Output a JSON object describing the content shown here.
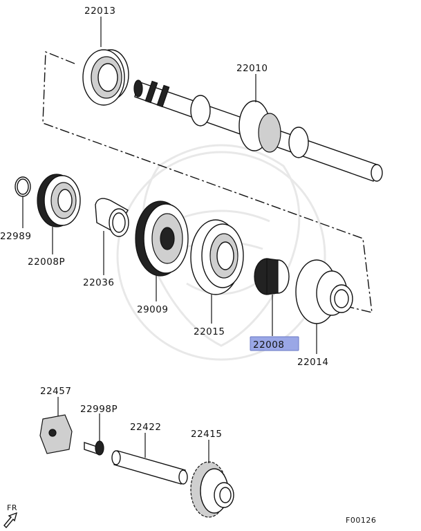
{
  "diagram": {
    "highlight_color": "#9aa7e6",
    "parts": [
      {
        "id": "22013",
        "label": "22013"
      },
      {
        "id": "22010",
        "label": "22010"
      },
      {
        "id": "22989",
        "label": "22989"
      },
      {
        "id": "22008P",
        "label": "22008P"
      },
      {
        "id": "22036",
        "label": "22036"
      },
      {
        "id": "29009",
        "label": "29009"
      },
      {
        "id": "22015",
        "label": "22015"
      },
      {
        "id": "22008",
        "label": "22008",
        "highlighted": true
      },
      {
        "id": "22014",
        "label": "22014"
      },
      {
        "id": "22457",
        "label": "22457"
      },
      {
        "id": "22998P",
        "label": "22998P"
      },
      {
        "id": "22422",
        "label": "22422"
      },
      {
        "id": "22415",
        "label": "22415"
      }
    ],
    "orientation_label": "FR",
    "figure_code": "F00126"
  }
}
